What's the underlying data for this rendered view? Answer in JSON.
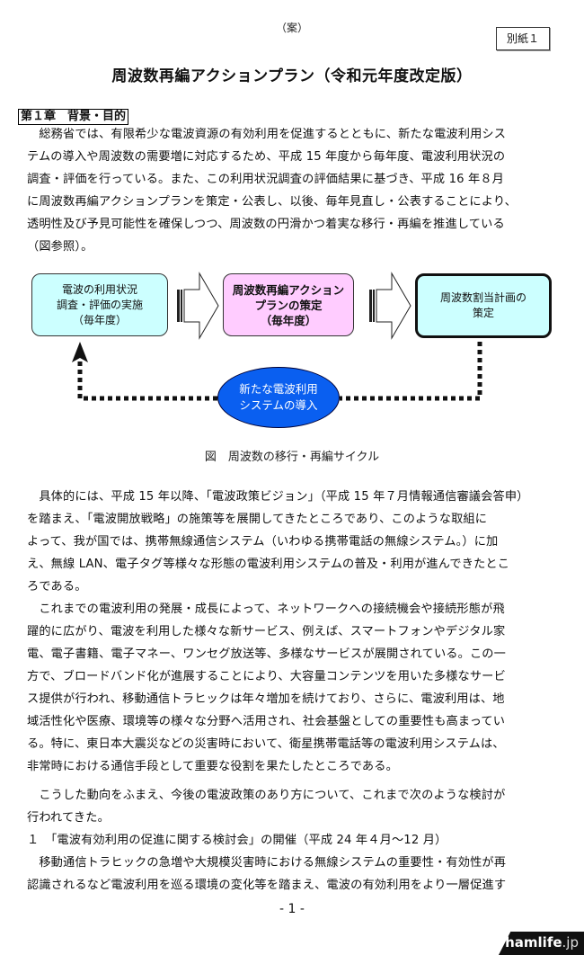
{
  "header": {
    "draft_label": "（案）",
    "attachment_label": "別紙１"
  },
  "title": "周波数再編アクションプラン（令和元年度改定版）",
  "chapter": "第１章　背景・目的",
  "para1": [
    "　総務省では、有限希少な電波資源の有効利用を促進するとともに、新たな電波利用シス",
    "テムの導入や周波数の需要増に対応するため、平成 15 年度から毎年度、電波利用状況の",
    "調査・評価を行っている。また、この利用状況調査の評価結果に基づき、平成 16 年８月",
    "に周波数再編アクションプランを策定・公表し、以後、毎年見直し・公表することにより、",
    "透明性及び予見可能性を確保しつつ、周波数の円滑かつ着実な移行・再編を推進している",
    "（図参照）。"
  ],
  "diagram": {
    "box_survey": [
      "電波の利用状況",
      "調査・評価の実施",
      "（毎年度）"
    ],
    "box_plan": [
      "周波数再編アクション",
      "プランの策定",
      "（毎年度）"
    ],
    "box_alloc": [
      "周波数割当計画の",
      "策定"
    ],
    "ellipse": [
      "新たな電波利用",
      "システムの導入"
    ],
    "caption": "図　周波数の移行・再編サイクル",
    "colors": {
      "survey_fill": "#ccffff",
      "plan_fill": "#ffccff",
      "alloc_fill": "#ccffff",
      "ellipse_fill": "#0a5ff0"
    }
  },
  "para2": [
    "　具体的には、平成 15 年以降、「電波政策ビジョン」（平成 15 年７月情報通信審議会答申）",
    "を踏まえ、「電波開放戦略」の施策等を展開してきたところであり、このような取組に",
    "よって、我が国では、携帯無線通信システム（いわゆる携帯電話の無線システム。）に加",
    "え、無線 LAN、電子タグ等様々な形態の電波利用システムの普及・利用が進んできたとこ",
    "ろである。"
  ],
  "para3": [
    "　これまでの電波利用の発展・成長によって、ネットワークへの接続機会や接続形態が飛",
    "躍的に広がり、電波を利用した様々な新サービス、例えば、スマートフォンやデジタル家",
    "電、電子書籍、電子マネー、ワンセグ放送等、多様なサービスが展開されている。この一",
    "方で、ブロードバンド化が進展することにより、大容量コンテンツを用いた多様なサービ",
    "ス提供が行われ、移動通信トラヒックは年々増加を続けており、さらに、電波利用は、地",
    "域活性化や医療、環境等の様々な分野へ活用され、社会基盤としての重要性も高まってい",
    "る。特に、東日本大震災などの災害時において、衛星携帯電話等の電波利用システムは、",
    "非常時における通信手段として重要な役割を果たしたところである。"
  ],
  "para4": [
    "　こうした動向をふまえ、今後の電波政策のあり方について、これまで次のような検討が",
    "行われてきた。"
  ],
  "item1": {
    "heading": "１　「電波有効利用の促進に関する検討会」の開催（平成 24 年４月～12 月）",
    "lines": [
      "　移動通信トラヒックの急増や大規模災害時における無線システムの重要性・有効性が再",
      "認識されるなど電波利用を巡る環境の変化等を踏まえ、電波の有効利用をより一層促進す"
    ]
  },
  "footer": {
    "page_number": "- 1 -",
    "watermark_name": "hamlife",
    "watermark_tld": ".jp"
  }
}
